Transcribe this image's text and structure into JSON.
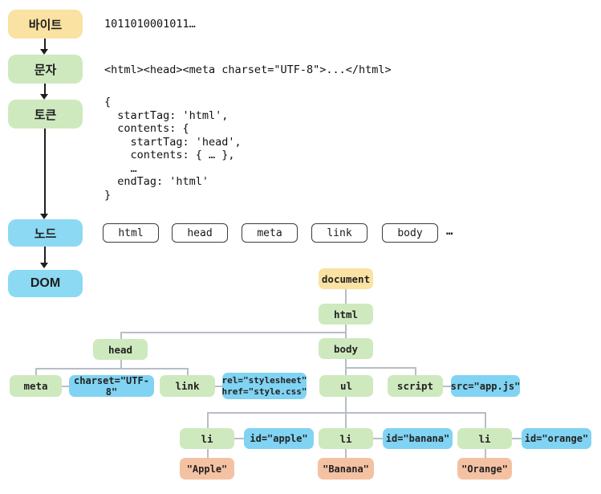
{
  "colors": {
    "stage_yellow": "#f9e2a2",
    "stage_green": "#cfe9bf",
    "stage_blue": "#8cd9f3",
    "attr_blue": "#80d3f2",
    "text_node_orange": "#f4c2a2",
    "connector_gray": "#b7bec7",
    "arrow_black": "#1e1e1e"
  },
  "pipeline": {
    "stages": [
      {
        "label": "바이트"
      },
      {
        "label": "문자"
      },
      {
        "label": "토큰"
      },
      {
        "label": "노드"
      },
      {
        "label": "DOM"
      }
    ]
  },
  "bytes": {
    "stream": "1011010001011…"
  },
  "characters": {
    "source": "<html><head><meta charset=\"UTF-8\">...</html>"
  },
  "token": {
    "code": "{\n  startTag: 'html',\n  contents: {\n    startTag: 'head',\n    contents: { … },\n    …\n  endTag: 'html'\n}"
  },
  "node_row": {
    "items": [
      "html",
      "head",
      "meta",
      "link",
      "body"
    ],
    "ellipsis": "…"
  },
  "tree": {
    "document": "document",
    "html": "html",
    "head": "head",
    "body": "body",
    "meta": "meta",
    "charset": "charset=\"UTF-8\"",
    "link": "link",
    "rel_href": "rel=\"stylesheet\"\nhref=\"style.css\"",
    "ul": "ul",
    "script": "script",
    "src": "src=\"app.js\"",
    "li1": "li",
    "id_apple": "id=\"apple\"",
    "li2": "li",
    "id_banana": "id=\"banana\"",
    "li3": "li",
    "id_orange": "id=\"orange\"",
    "text_apple": "\"Apple\"",
    "text_banana": "\"Banana\"",
    "text_orange": "\"Orange\""
  }
}
